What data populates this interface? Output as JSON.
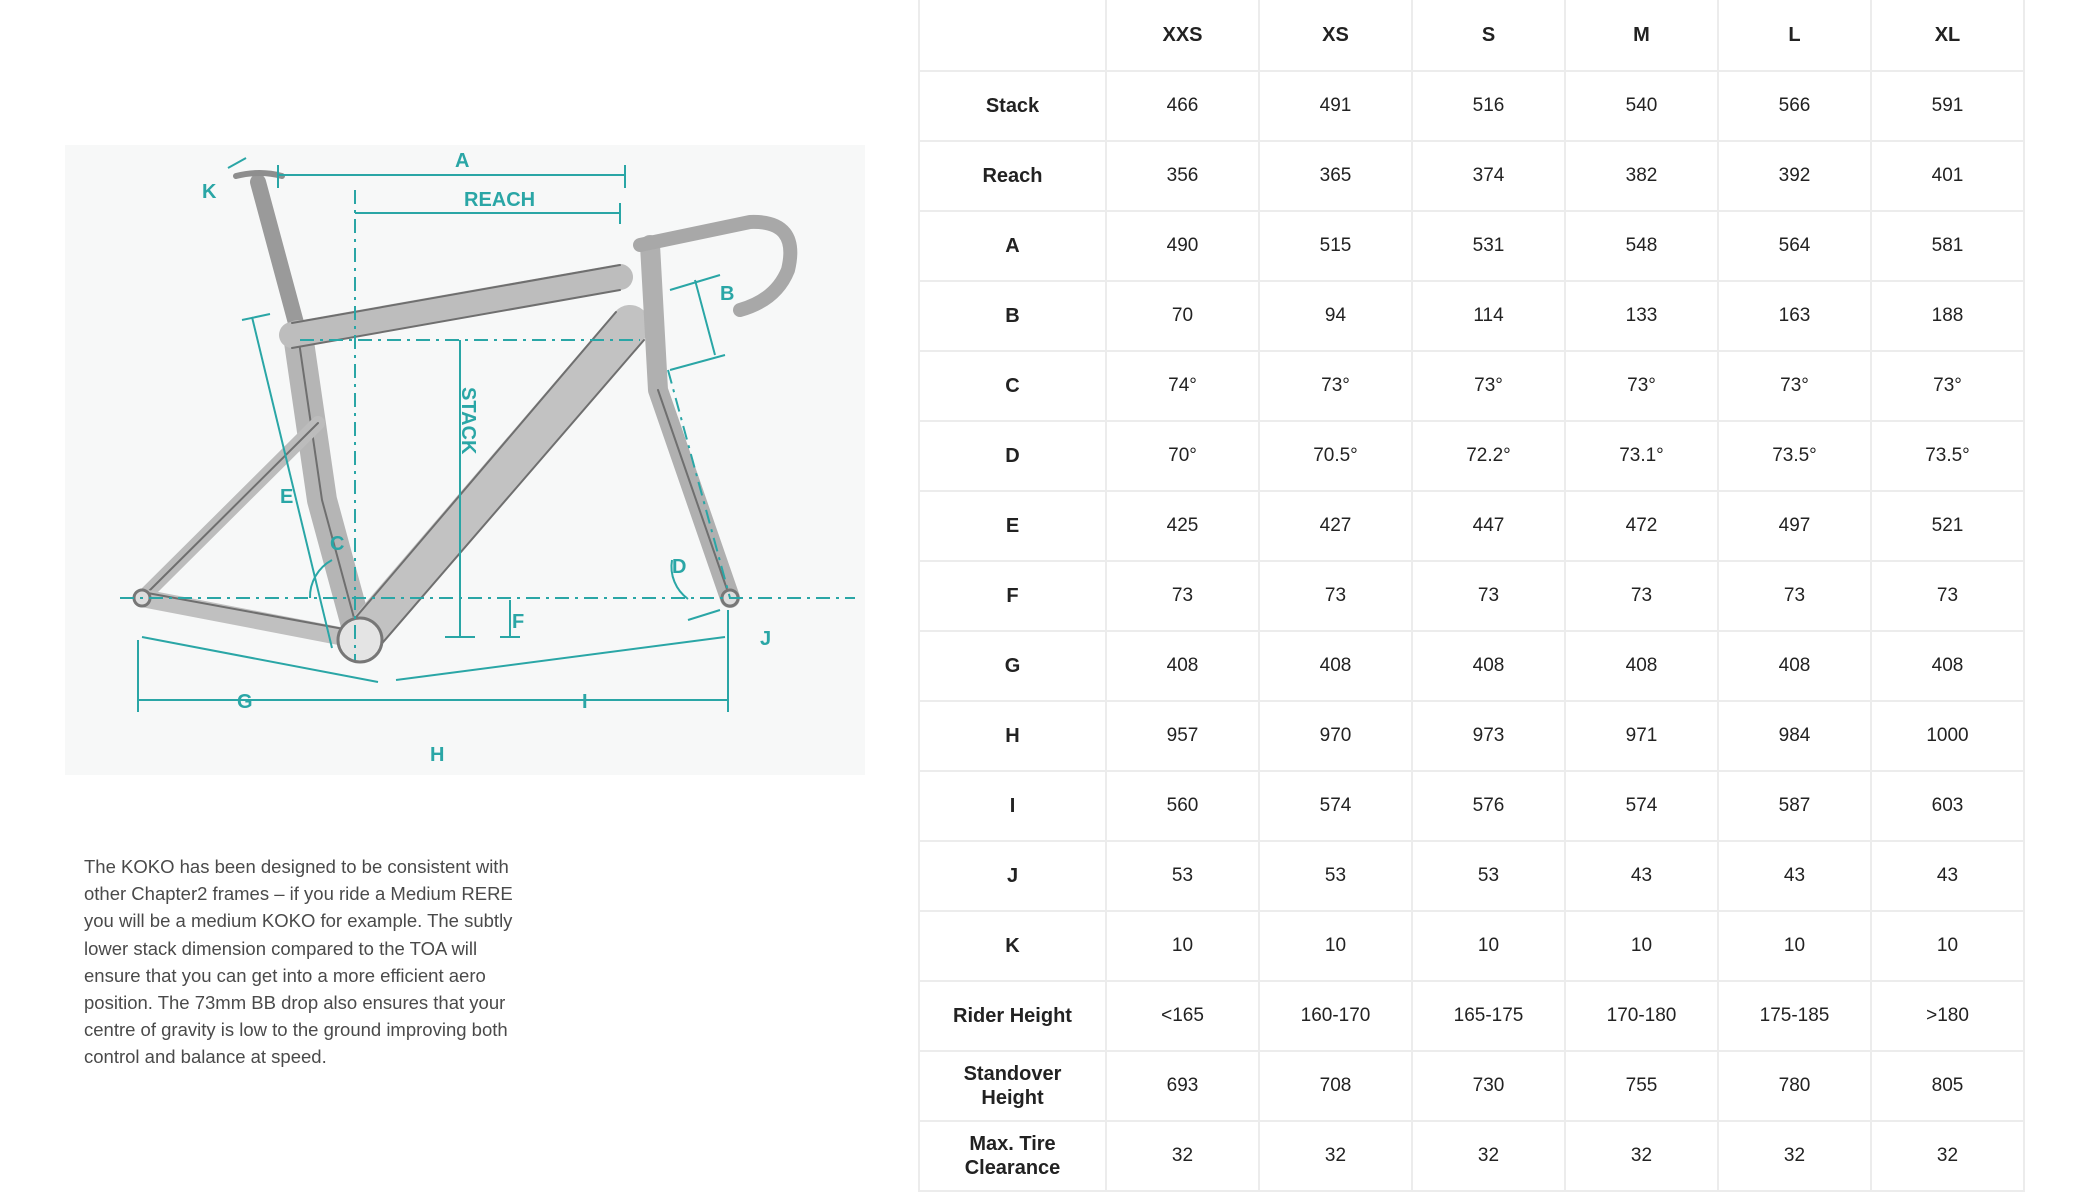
{
  "diagram": {
    "labels": {
      "a": "A",
      "reach": "REACH",
      "stack": "STACK",
      "b": "B",
      "c": "C",
      "d": "D",
      "e": "E",
      "f": "F",
      "g": "G",
      "h": "H",
      "i": "I",
      "j": "J",
      "k": "K"
    }
  },
  "description": "The KOKO has been designed to be consistent with other Chapter2 frames – if you ride a Medium RERE you will be a medium KOKO for example. The subtly lower stack dimension compared to the TOA will ensure that you can get into a more efficient aero position. The 73mm BB drop also ensures that your centre of gravity is low to the ground improving both control and balance at speed.",
  "table": {
    "corner": "",
    "sizes": [
      "XXS",
      "XS",
      "S",
      "M",
      "L",
      "XL"
    ],
    "rows": [
      {
        "label": "Stack",
        "values": [
          "466",
          "491",
          "516",
          "540",
          "566",
          "591"
        ]
      },
      {
        "label": "Reach",
        "values": [
          "356",
          "365",
          "374",
          "382",
          "392",
          "401"
        ]
      },
      {
        "label": "A",
        "values": [
          "490",
          "515",
          "531",
          "548",
          "564",
          "581"
        ]
      },
      {
        "label": "B",
        "values": [
          "70",
          "94",
          "114",
          "133",
          "163",
          "188"
        ]
      },
      {
        "label": "C",
        "values": [
          "74°",
          "73°",
          "73°",
          "73°",
          "73°",
          "73°"
        ]
      },
      {
        "label": "D",
        "values": [
          "70°",
          "70.5°",
          "72.2°",
          "73.1°",
          "73.5°",
          "73.5°"
        ]
      },
      {
        "label": "E",
        "values": [
          "425",
          "427",
          "447",
          "472",
          "497",
          "521"
        ]
      },
      {
        "label": "F",
        "values": [
          "73",
          "73",
          "73",
          "73",
          "73",
          "73"
        ]
      },
      {
        "label": "G",
        "values": [
          "408",
          "408",
          "408",
          "408",
          "408",
          "408"
        ]
      },
      {
        "label": "H",
        "values": [
          "957",
          "970",
          "973",
          "971",
          "984",
          "1000"
        ]
      },
      {
        "label": "I",
        "values": [
          "560",
          "574",
          "576",
          "574",
          "587",
          "603"
        ]
      },
      {
        "label": "J",
        "values": [
          "53",
          "53",
          "53",
          "43",
          "43",
          "43"
        ]
      },
      {
        "label": "K",
        "values": [
          "10",
          "10",
          "10",
          "10",
          "10",
          "10"
        ]
      },
      {
        "label": "Rider Height",
        "values": [
          "<165",
          "160-170",
          "165-175",
          "170-180",
          "175-185",
          ">180"
        ]
      },
      {
        "label": "Standover Height",
        "values": [
          "693",
          "708",
          "730",
          "755",
          "780",
          "805"
        ]
      },
      {
        "label": "Max. Tire Clearance",
        "values": [
          "32",
          "32",
          "32",
          "32",
          "32",
          "32"
        ]
      }
    ]
  },
  "colors": {
    "accent": "#2aa6a6",
    "frame": "#8a8a8a",
    "grid": "#ececec"
  }
}
